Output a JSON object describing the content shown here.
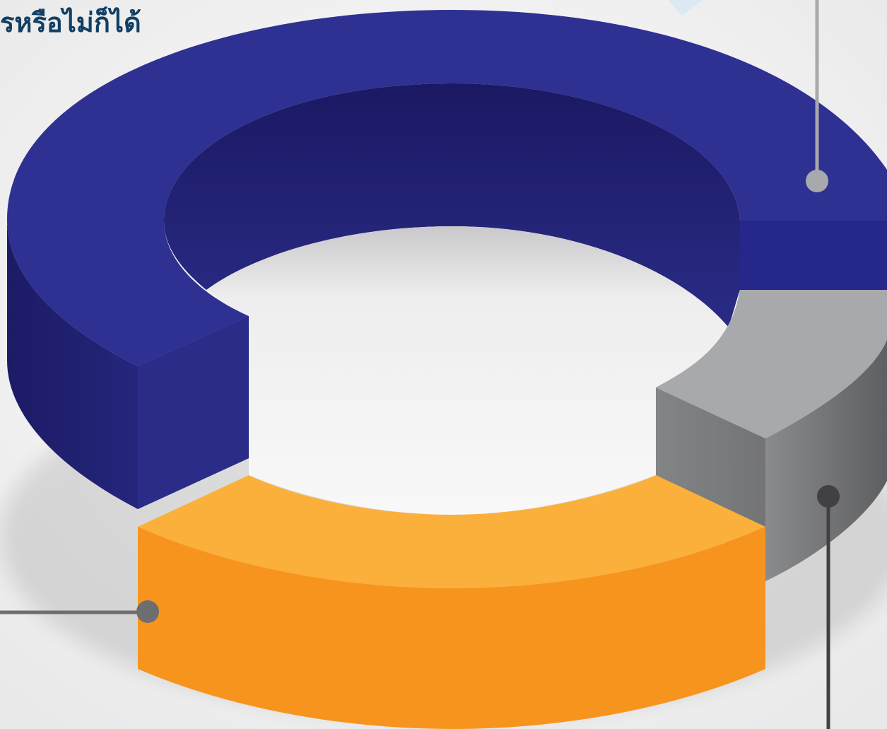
{
  "heading": "รหรือไม่ก็ได้",
  "colors": {
    "heading_text": "#123f63",
    "background": "#f4f4f4",
    "blue_top": "#2e3192",
    "blue_inner": "#1f1d6e",
    "blue_side": "#23247a",
    "gray_top": "#a7a9ac",
    "gray_side": "#6d6e70",
    "orange_top": "#fbb03b",
    "orange_side": "#f7941d",
    "connector_light": "#a7a9ac",
    "connector_dark": "#414042"
  },
  "segments": [
    {
      "name": "blue-segment",
      "color_key": "blue_top"
    },
    {
      "name": "gray-segment",
      "color_key": "gray_top"
    },
    {
      "name": "orange-segment",
      "color_key": "orange_top"
    }
  ]
}
